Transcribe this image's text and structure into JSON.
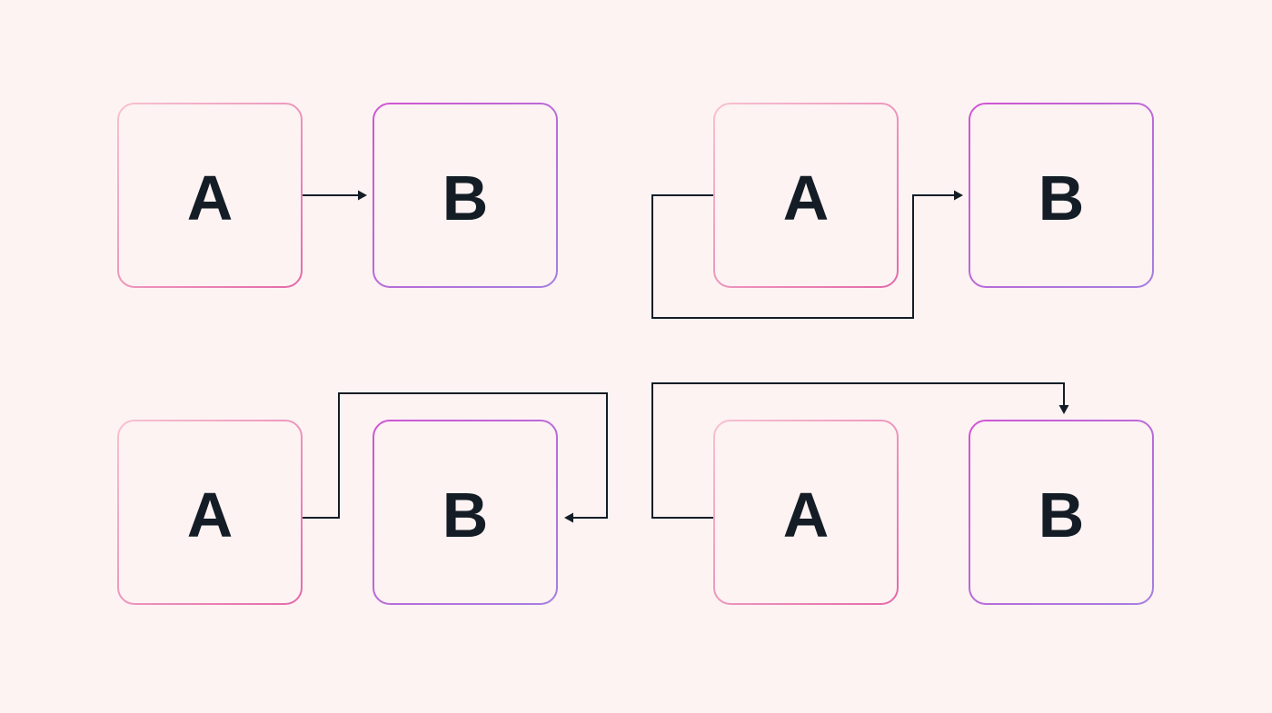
{
  "colors": {
    "background": "#fdf3f3",
    "node_fill": "#fdf3f3",
    "text": "#141d26",
    "connector": "#141d26",
    "a_gradient": [
      "#f5b5c8",
      "#e86aa8"
    ],
    "b_gradient": [
      "#d158d2",
      "#a97be0"
    ]
  },
  "diagrams": [
    {
      "name": "direct",
      "source": {
        "label": "A"
      },
      "target": {
        "label": "B"
      }
    },
    {
      "name": "loop-under",
      "source": {
        "label": "A"
      },
      "target": {
        "label": "B"
      }
    },
    {
      "name": "loop-over-right",
      "source": {
        "label": "A"
      },
      "target": {
        "label": "B"
      }
    },
    {
      "name": "loop-over-top",
      "source": {
        "label": "A"
      },
      "target": {
        "label": "B"
      }
    }
  ]
}
